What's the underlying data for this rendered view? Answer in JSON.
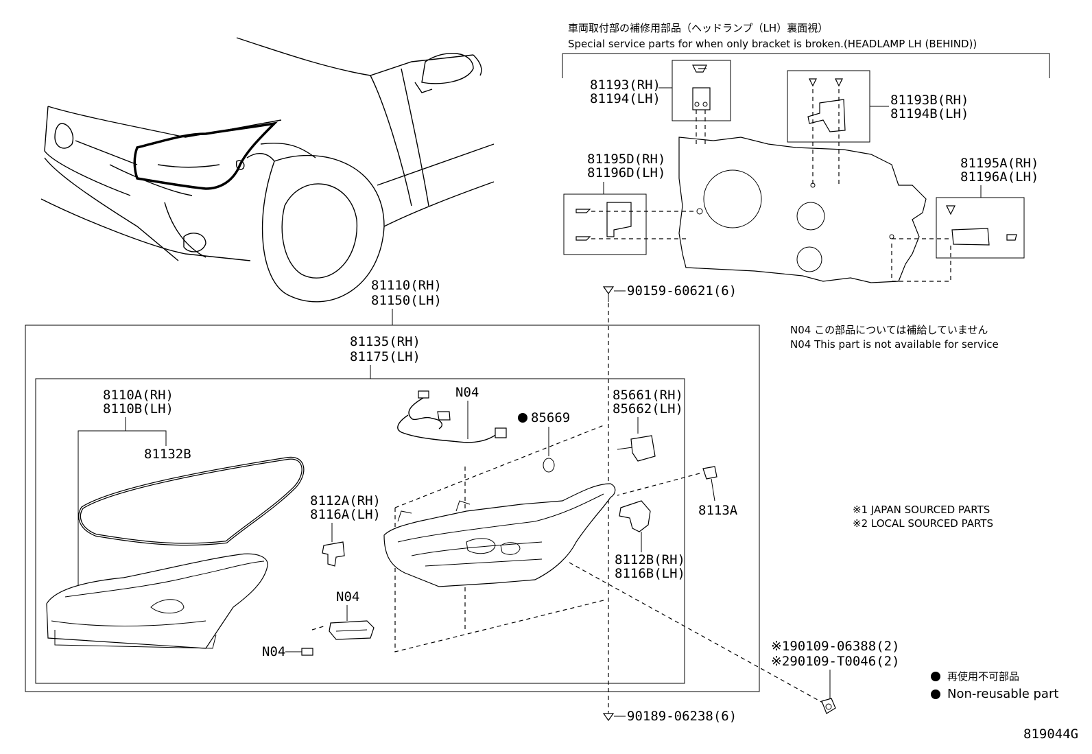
{
  "header": {
    "jp": "車両取付部の補修用部品（ヘッドランプ（LH）裏面視）",
    "en": "Special service parts for when only bracket is broken.(HEADLAMP LH (BEHIND))"
  },
  "labels": {
    "p81193": "81193(RH)",
    "p81194": "81194(LH)",
    "p81193B": "81193B(RH)",
    "p81194B": "81194B(LH)",
    "p81195D": "81195D(RH)",
    "p81196D": "81196D(LH)",
    "p81195A": "81195A(RH)",
    "p81196A": "81196A(LH)",
    "p90159": "90159-60621(6)",
    "p81110": "81110(RH)",
    "p81150": "81150(LH)",
    "p81135": "81135(RH)",
    "p81175": "81175(LH)",
    "p8110A": "8110A(RH)",
    "p8110B": "8110B(LH)",
    "p81132B": "81132B",
    "n04_wire": "N04",
    "p85669": "85669",
    "p85661": "85661(RH)",
    "p85662": "85662(LH)",
    "p8112A": "8112A(RH)",
    "p8116A": "8116A(LH)",
    "p8113A": "8113A",
    "p8112B": "8112B(RH)",
    "p8116B": "8116B(LH)",
    "n04_box": "N04",
    "n04_screw": "N04",
    "p90109a": "※190109-06388(2)",
    "p90109b": "※290109-T0046(2)",
    "p90189": "90189-06238(6)"
  },
  "notes": {
    "n04_jp": "N04 この部品については補給していません",
    "n04_en": "N04 This part is not available for service",
    "src1": "※1 JAPAN SOURCED PARTS",
    "src2": "※2 LOCAL SOURCED PARTS"
  },
  "legend": {
    "jp": "再使用不可部品",
    "en": "Non-reusable part"
  },
  "diagram_id": "819044G"
}
